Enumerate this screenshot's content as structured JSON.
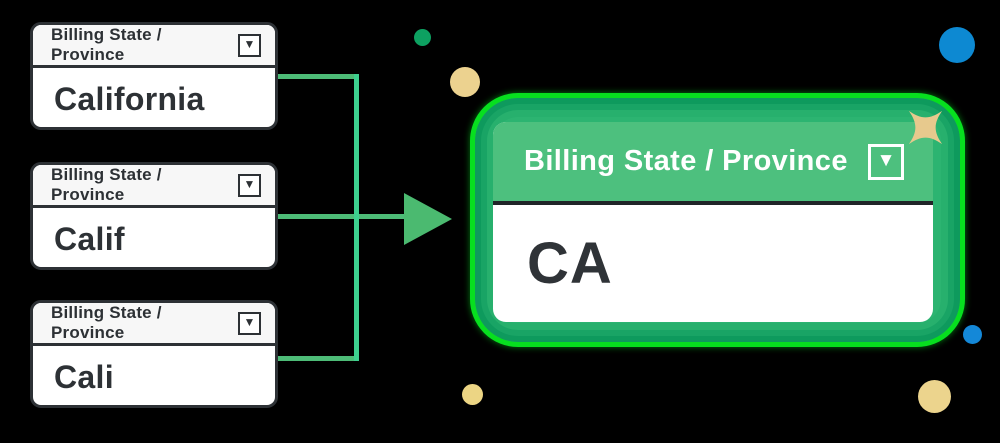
{
  "source_cards": [
    {
      "label": "Billing State / Province",
      "value": "California"
    },
    {
      "label": "Billing State / Province",
      "value": "Calif"
    },
    {
      "label": "Billing State / Province",
      "value": "Cali"
    }
  ],
  "result_card": {
    "label": "Billing State / Province",
    "value": "CA"
  },
  "icons": {
    "dropdown_glyph": "▼"
  },
  "colors": {
    "ink": "#2d3135",
    "connector_green": "#4dbb77",
    "merge_line_green": "#3dd08f",
    "arrow_green": "#4bba70",
    "frame_green": "#2cb471",
    "frame_glow_green": "#07df1f",
    "header_green": "#4dc07e",
    "dot_teal": "#0da161",
    "dot_tan": "#ecd28f",
    "dot_blue": "#0d89d2",
    "sparkle_tan": "#e7c98d"
  }
}
